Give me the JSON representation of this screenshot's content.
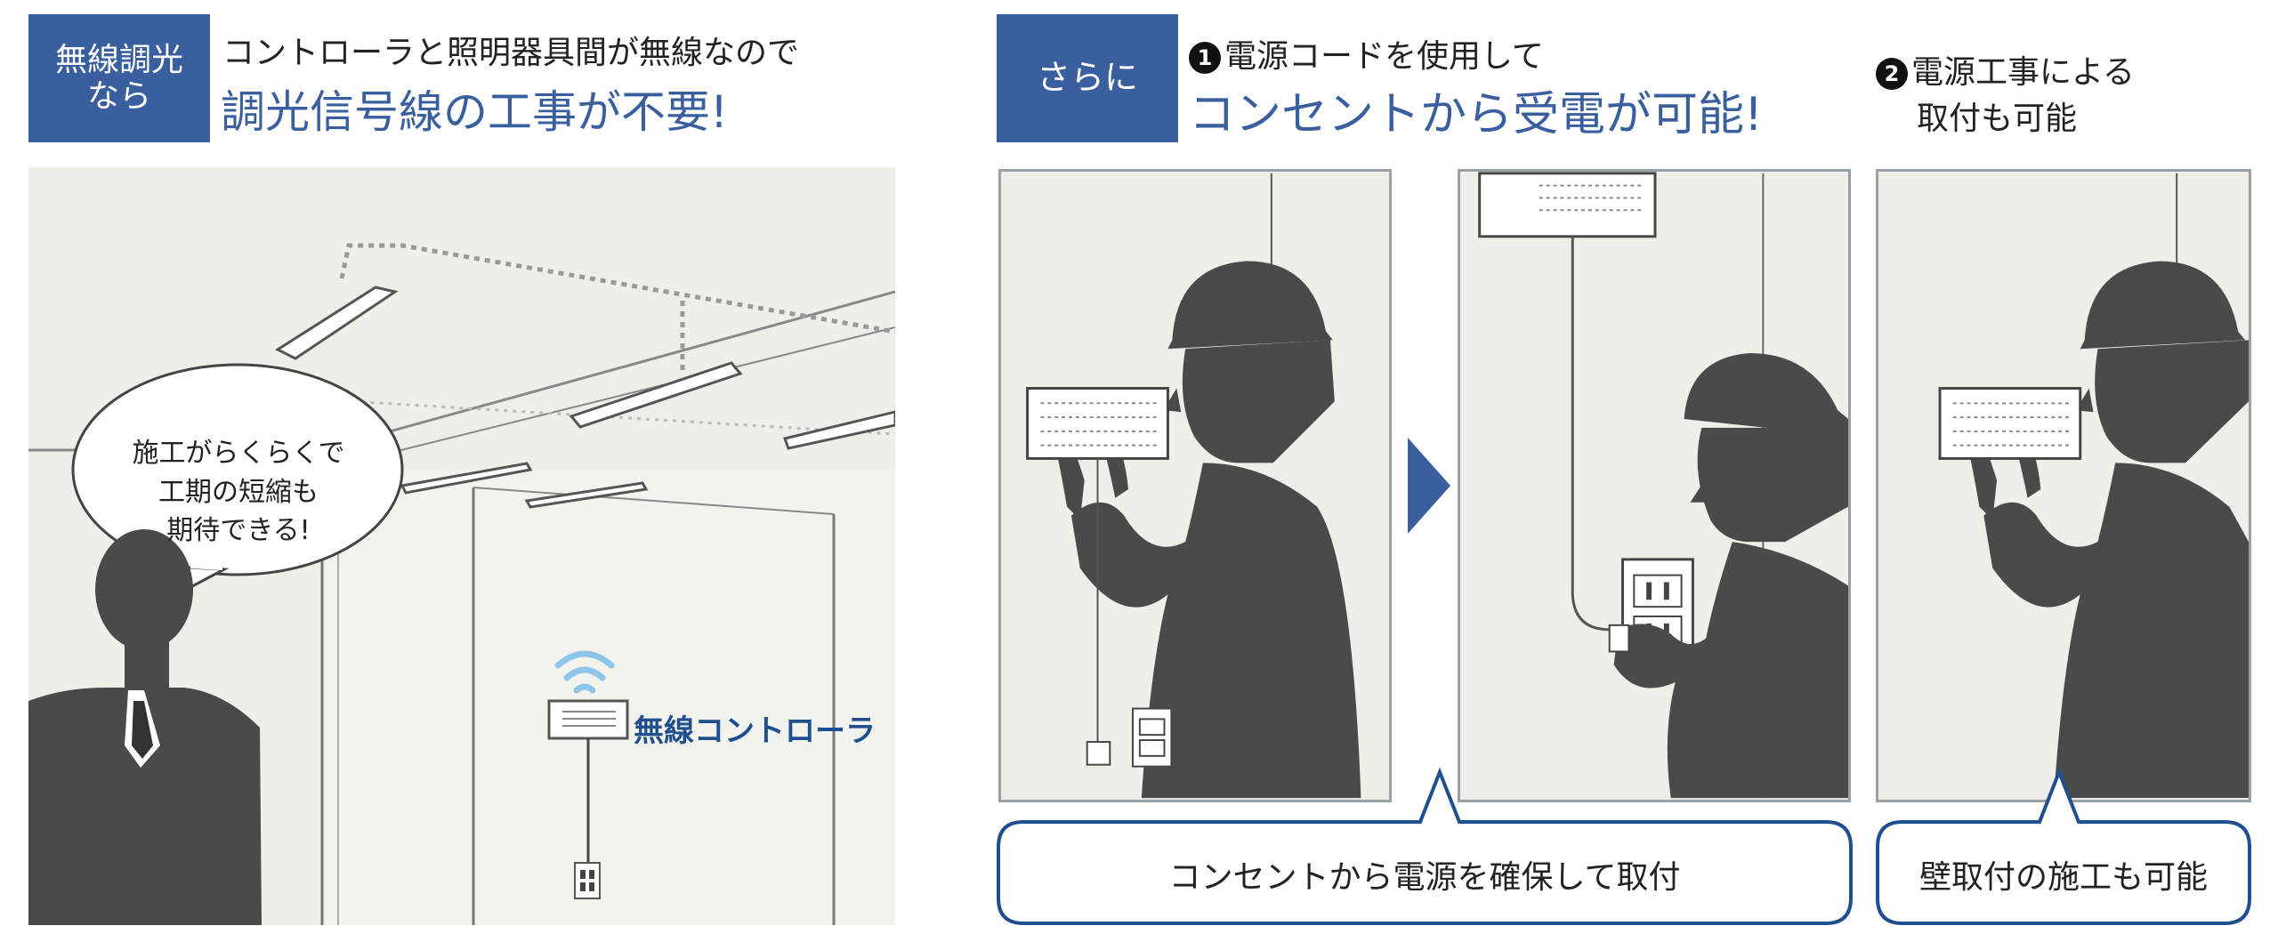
{
  "left": {
    "badge": {
      "line1": "無線調光",
      "line2": "なら"
    },
    "lead": "コントローラと照明器具間が無線なので",
    "headline": "調光信号線の工事が不要!",
    "bubble": {
      "line1": "施工がらくらくで",
      "line2": "工期の短縮も",
      "line3": "期待できる!"
    },
    "controller_label": "無線コントローラ"
  },
  "right": {
    "badge": "さらに",
    "option1": {
      "number": "1",
      "lead": "電源コードを使用して",
      "headline": "コンセントから受電が可能!"
    },
    "option2": {
      "number": "2",
      "line1": "電源工事による",
      "line2": "取付も可能"
    },
    "callout1": "コンセントから電源を確保して取付",
    "callout2": "壁取付の施工も可能"
  },
  "colors": {
    "accent": "#3a5f9f",
    "label_blue": "#1f4f8f",
    "silhouette": "#4a4a4a",
    "wifi": "#8ec5ea"
  }
}
